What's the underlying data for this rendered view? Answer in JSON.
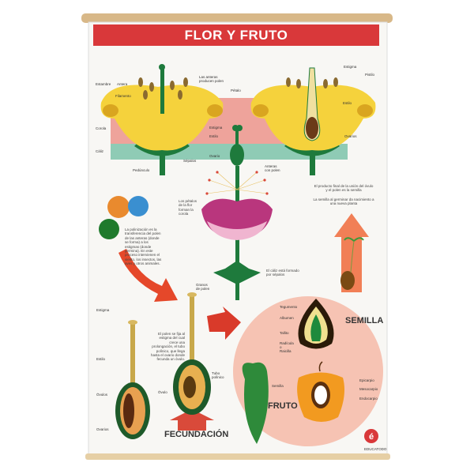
{
  "title": "FLOR Y FRUTO",
  "flower_labels": {
    "estambre": "Estambre",
    "antera": "Antera",
    "filamento": "Filamento",
    "anteras_polen": "Las anteras producen polen",
    "petalo": "Pétalo",
    "corola": "Corola",
    "caliz": "Cáliz",
    "pedunculo": "Pedúnculo",
    "sepalos": "Sépalos",
    "estigma": "Estigma",
    "estilo": "Estilo",
    "ovario": "Ovario",
    "anteras_con_polen": "Anteras con polen",
    "estigma_r": "Estigma",
    "pistilo": "Pistilo",
    "estilo_r": "Estilo",
    "ovarios_r": "Ovarios"
  },
  "texts": {
    "petalos": "Los pétalos de la flor forman la corola",
    "caliz": "El cáliz está formado por sépalos",
    "polinizacion": "La polinización es la transferencia del polen de las anteras (donde se forma) a los estigmas (donde germina). En este proceso intervienen el viento, los insectos, las aves y otros animales.",
    "producto": "El producto final de la unión del óvulo y el polen es la semilla",
    "germinar": "La semilla al germinar da nacimiento a una nueva planta",
    "polen_fija": "El polen se fija al estigma del cual crece una prolongación, el tubo polínico, que llega hasta el ovario donde fecunda un óvulo."
  },
  "fecundacion_labels": {
    "estigma": "Estigma",
    "estilo": "Estilo",
    "ovulos": "Óvulos",
    "ovarios": "Ovarios",
    "granos": "Granos de polen",
    "tubo": "Tubo polínico",
    "ovulo": "Óvulo"
  },
  "fruit_labels": {
    "tegumento": "Tegumento",
    "albumen": "Albumen",
    "tallito": "Tallito",
    "radicula": "Radícula o Raicilla",
    "semilla": "Semilla",
    "epicarpio": "Epicarpio",
    "mesocarpio": "Mesocarpio",
    "endocarpio": "Endocarpio"
  },
  "headings": {
    "fecundacion": "FECUNDACIÓN",
    "fruto": "FRUTO",
    "semilla": "SEMILLA"
  },
  "logo": "EDUCATODO",
  "colors": {
    "banner": "#d9383a",
    "petal": "#f5d23c",
    "green": "#1e7a3c",
    "pink_band": "#eea39b",
    "teal_band": "#8fcbb5",
    "circle": "#f6c3b3"
  }
}
